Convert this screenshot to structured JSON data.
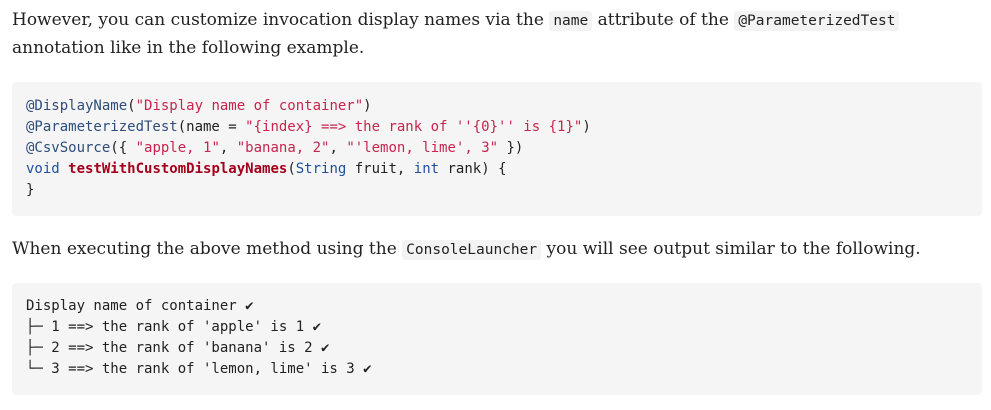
{
  "paragraph1": {
    "text_before": "However, you can customize invocation display names via the ",
    "code_name": "name",
    "text_middle": " attribute of the ",
    "code_annotation": "@ParameterizedTest",
    "text_after": " annotation like in the following example."
  },
  "code_example": {
    "line1": {
      "annotation": "@DisplayName",
      "open": "(",
      "string": "\"Display name of container\"",
      "close": ")"
    },
    "line2": {
      "annotation": "@ParameterizedTest",
      "open": "(name = ",
      "string": "\"{index} ==> the rank of ''{0}'' is {1}\"",
      "close": ")"
    },
    "line3": {
      "annotation": "@CsvSource",
      "open": "({ ",
      "s1": "\"apple, 1\"",
      "comma1": ", ",
      "s2": "\"banana, 2\"",
      "comma2": ", ",
      "s3": "\"'lemon, lime', 3\"",
      "close": " })"
    },
    "line4": {
      "kw_void": "void",
      "space1": " ",
      "method": "testWithCustomDisplayNames",
      "open": "(",
      "type_string": "String",
      "param1": " fruit, ",
      "type_int": "int",
      "param2": " rank) {"
    },
    "line5": {
      "close_brace": "}"
    }
  },
  "paragraph2": {
    "text_before": "When executing the above method using the ",
    "code_launcher": "ConsoleLauncher",
    "text_after": " you will see output similar to the following."
  },
  "console_output": {
    "lines": [
      "Display name of container ✔",
      "├─ 1 ==> the rank of 'apple' is 1 ✔",
      "├─ 2 ==> the rank of 'banana' is 2 ✔",
      "└─ 3 ==> the rank of 'lemon, lime' is 3 ✔"
    ]
  },
  "colors": {
    "annotation": "#2e4d7a",
    "string": "#c7254e",
    "keyword": "#1f4e9e",
    "method": "#a3001c",
    "code_background": "#f5f5f5"
  }
}
